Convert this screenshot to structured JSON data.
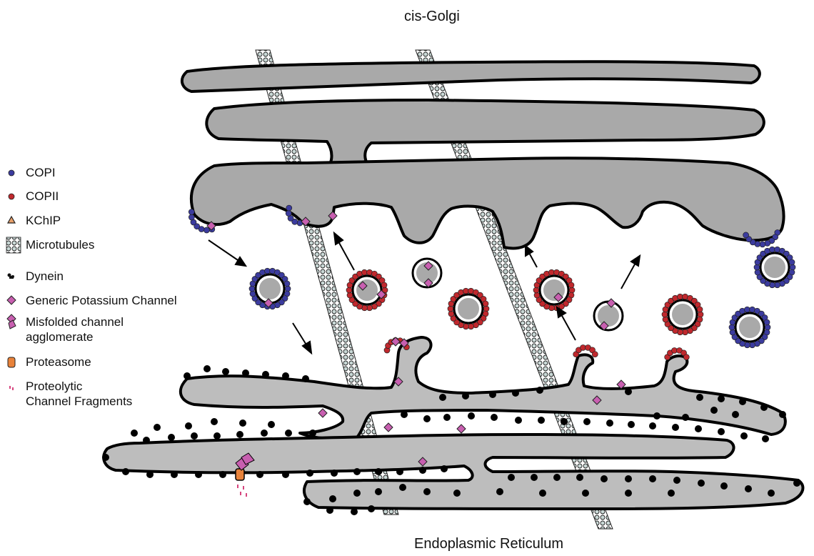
{
  "titles": {
    "top": "cis-Golgi",
    "bottom": "Endoplasmic Reticulum"
  },
  "legend": [
    {
      "label": "COPI",
      "icon": "copi-dot-icon",
      "color": "#3b3b9e"
    },
    {
      "label": "COPII",
      "icon": "copii-dot-icon",
      "color": "#c0282d"
    },
    {
      "label": "KChIP",
      "icon": "kchip-triangle-icon",
      "color": "#e8a06a"
    },
    {
      "label": "Microtubules",
      "icon": "microtubule-icon",
      "color": "#9fb7b4"
    },
    {
      "label": "Dynein",
      "icon": "dynein-icon",
      "color": "#111111"
    },
    {
      "label": "Generic Potassium Channel",
      "icon": "potassium-channel-diamond-icon",
      "color": "#c85fb0"
    },
    {
      "label": "Misfolded channel\nagglomerate",
      "icon": "misfolded-agglomerate-icon",
      "color": "#c85fb0"
    },
    {
      "label": "Proteasome",
      "icon": "proteasome-icon",
      "color": "#e8823a"
    },
    {
      "label": "Proteolytic\nChannel Fragments",
      "icon": "fragments-icon",
      "color": "#d6457e"
    }
  ],
  "colors": {
    "organelle_fill": "#bdbdbd",
    "golgi_fill": "#a9a9a9",
    "outline": "#000000",
    "copi": "#3b3b9e",
    "copii": "#c0282d",
    "channel": "#c85fb0",
    "ribosome": "#000000"
  }
}
